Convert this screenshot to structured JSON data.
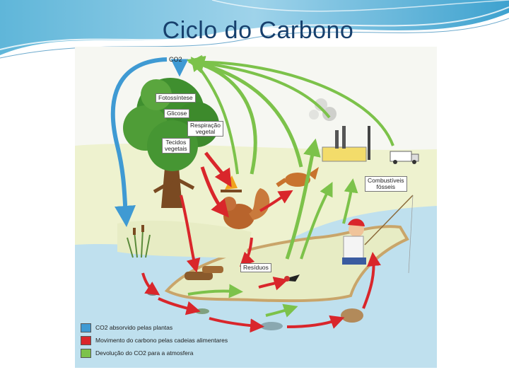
{
  "slide": {
    "title": "Ciclo do Carbono"
  },
  "diagram": {
    "atmosphere_label": "CO2",
    "tree_labels": [
      "Fotossíntese",
      "Glicose",
      "Respiração\nvegetal",
      "Tecidos\nvegetais"
    ],
    "fossil_label": "Combustíveis\nfósseis",
    "waste_label": "Resíduos"
  },
  "legend": [
    {
      "text": "CO2 absorvido pelas plantas",
      "color": "#3f9ad3"
    },
    {
      "text": "Movimento do carbono pelas cadeias alimentares",
      "color": "#d9262b"
    },
    {
      "text": "Devolução do CO2 para a atmosfera",
      "color": "#7cc24a"
    }
  ],
  "colors": {
    "title": "#17406d",
    "blue_arrow": "#3f9ad3",
    "red_arrow": "#d9262b",
    "green_arrow": "#7cc24a",
    "water": "#bfe0ee",
    "land": "#e9efc9"
  }
}
